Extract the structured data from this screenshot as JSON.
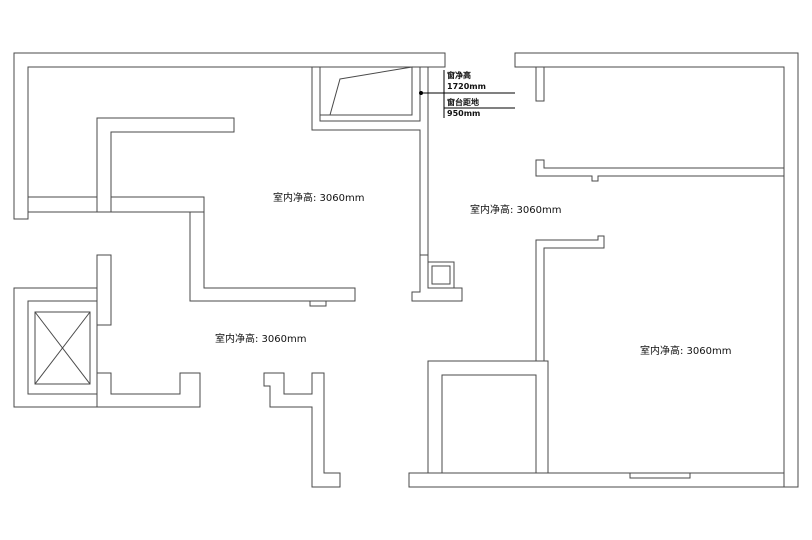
{
  "rooms": [
    {
      "label": "室内净高: 3060mm"
    },
    {
      "label": "室内净高: 3060mm"
    },
    {
      "label": "室内净高: 3060mm"
    },
    {
      "label": "室内净高: 3060mm"
    }
  ],
  "window_note": {
    "sill_label": "窗净高",
    "sill_value": "1720mm",
    "ledge_label": "窗台距地",
    "ledge_value": "950mm"
  }
}
